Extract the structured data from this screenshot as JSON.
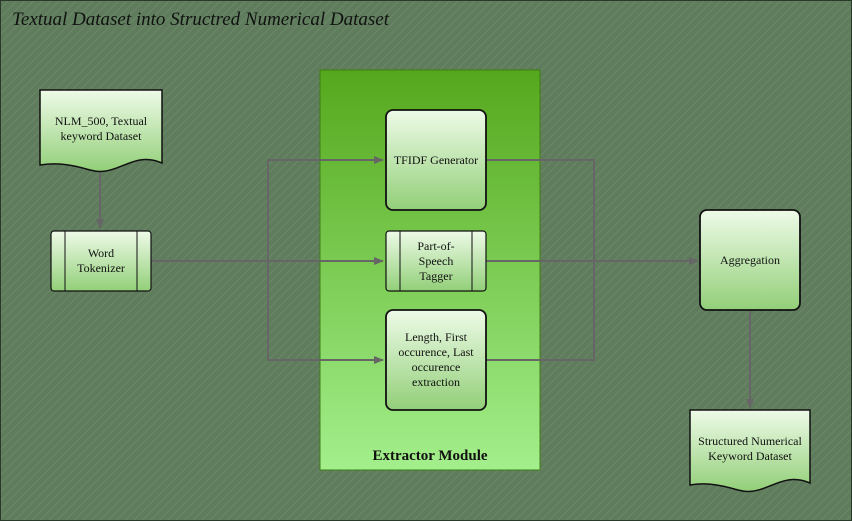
{
  "title": "Textual Dataset into Structred Numerical Dataset",
  "module": {
    "label": "Extractor Module"
  },
  "nodes": {
    "input_dataset": "NLM_500, Textual keyword Dataset",
    "tokenizer": "Word Tokenizer",
    "tfidf": "TFIDF Generator",
    "pos_tagger": "Part-of-Speech Tagger",
    "length_features": "Length, First occurence, Last occurence extraction",
    "aggregation": "Aggregation",
    "output_dataset": "Structured Numerical Keyword Dataset"
  },
  "colors": {
    "background": "#5f7d5d",
    "module_fill_top": "#55a81c",
    "module_fill_bottom": "#a3ef8c",
    "node_fill_top": "#eefbe8",
    "node_fill_bottom": "#92cf78",
    "connector": "#666666"
  }
}
